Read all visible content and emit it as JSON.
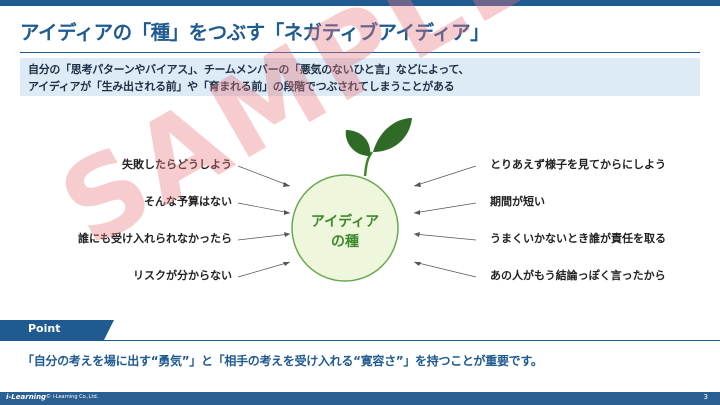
{
  "title": "アイディアの「種」をつぶす「ネガティブアイディア」",
  "subtitle": {
    "line1": "自分の「思考パターンやバイアス」、チームメンバーの「悪気のないひと言」などによって、",
    "line2": "アイディアが「生み出される前」や「育まれる前」の段階でつぶされてしまうことがある"
  },
  "left_phrases": [
    "失敗したらどうしよう",
    "そんな予算はない",
    "誰にも受け入れられなかったら",
    "リスクが分からない"
  ],
  "right_phrases": [
    "とりあえず様子を見てからにしよう",
    "期間が短い",
    "うまくいかないとき誰が責任を取る",
    "あの人がもう結論っぽく言ったから"
  ],
  "seed": {
    "line1": "アイディア",
    "line2": "の種"
  },
  "point": {
    "label": "Point",
    "text": "「自分の考えを場に出す“勇気”」と「相手の考えを受け入れる“寛容さ”」を持つことが重要です。"
  },
  "footer": {
    "logo": "i-Learning",
    "copyright": "© i-Learning Co.,Ltd.",
    "page": "3"
  },
  "watermark": "SAMPLE",
  "colors": {
    "primary": "#1f5a91",
    "seed_green": "#3c8a2c",
    "seed_fill": "#eef6dc"
  }
}
